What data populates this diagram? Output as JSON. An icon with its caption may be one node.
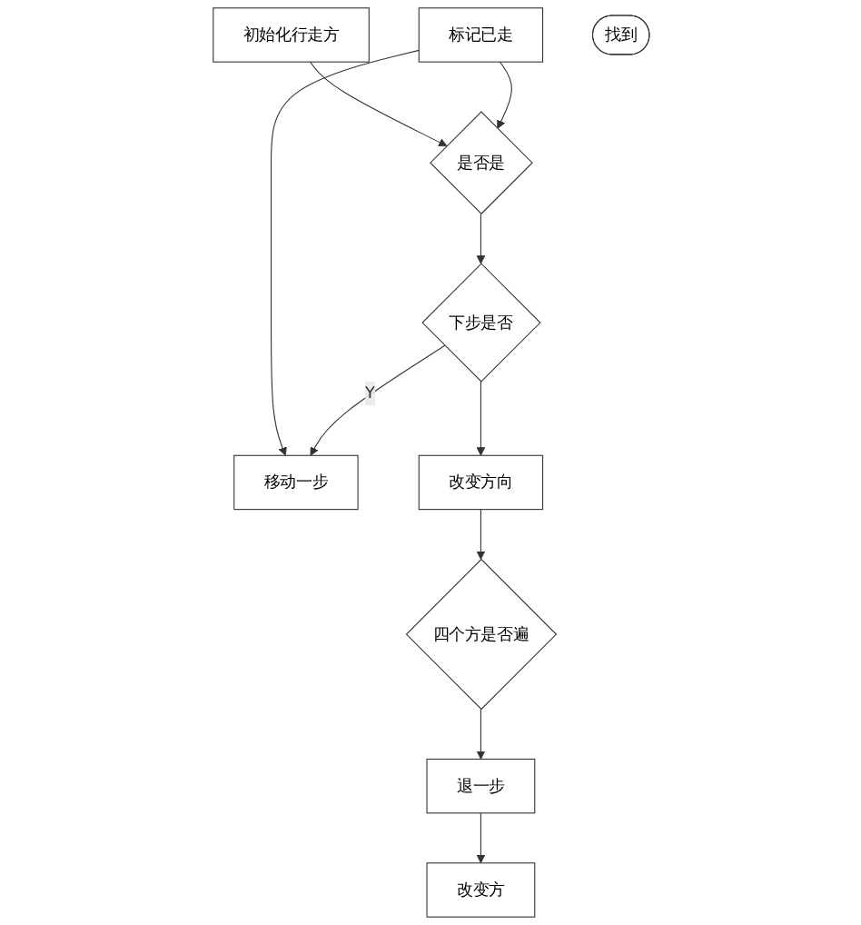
{
  "diagram": {
    "nodes": [
      {
        "text": [
          "初始化行走方"
        ]
      },
      {
        "text": [
          "是否是"
        ]
      },
      {
        "text": [
          "标记已走"
        ]
      },
      {
        "text": [
          "移动一步"
        ]
      },
      {
        "text": [
          "下步是否"
        ]
      },
      {
        "text": [
          "改变方向"
        ]
      },
      {
        "text": [
          "四个方是否遍"
        ]
      },
      {
        "text": [
          "退一步"
        ]
      },
      {
        "text": [
          "改变方"
        ]
      },
      {
        "text": [
          "找到"
        ]
      }
    ],
    "edges": [
      {
        "from": 0,
        "to": 1,
        "arrow": "to"
      },
      {
        "from": 2,
        "to": 1,
        "arrow": "to"
      },
      {
        "from": 2,
        "to": 3,
        "arrow": "to"
      },
      {
        "from": 1,
        "to": 4,
        "arrow": "to"
      },
      {
        "from": 4,
        "to": 3,
        "arrow": "to",
        "label": "Y"
      },
      {
        "from": 4,
        "to": 5,
        "arrow": "to"
      },
      {
        "from": 5,
        "to": 6,
        "arrow": "to"
      },
      {
        "from": 6,
        "to": 7,
        "arrow": "to"
      },
      {
        "from": 7,
        "to": 8,
        "arrow": "to"
      }
    ]
  }
}
